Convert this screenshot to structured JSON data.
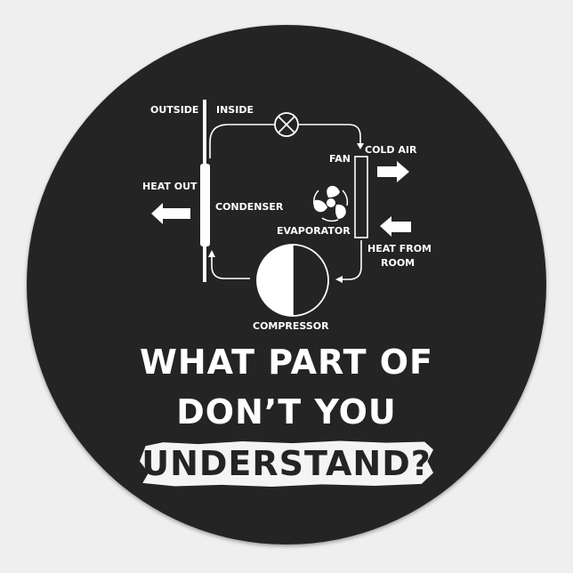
{
  "diagram": {
    "title": "Air conditioner refrigeration cycle",
    "labels": {
      "outside": "OUTSIDE",
      "inside": "INSIDE",
      "heat_out": "HEAT OUT",
      "condenser": "CONDENSER",
      "fan": "FAN",
      "cold_air": "COLD AIR",
      "evaporator": "EVAPORATOR",
      "heat_from_room_1": "HEAT FROM",
      "heat_from_room_2": "ROOM",
      "compressor": "COMPRESSOR"
    },
    "icons": [
      "expansion-valve-icon",
      "fan-icon",
      "arrow-left-icon",
      "arrow-right-icon",
      "compressor-icon"
    ]
  },
  "slogan": {
    "line1": "WHAT PART OF",
    "line2": "DON’T YOU",
    "line3": "UNDERSTAND?"
  },
  "colors": {
    "background": "#efefef",
    "sticker": "#242424",
    "foreground": "#ffffff"
  }
}
